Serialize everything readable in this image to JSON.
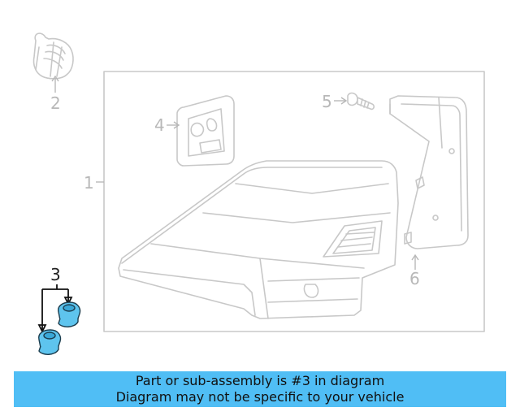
{
  "diagram": {
    "callouts": [
      {
        "id": "1",
        "label": "1",
        "highlighted": false
      },
      {
        "id": "2",
        "label": "2",
        "highlighted": false
      },
      {
        "id": "3",
        "label": "3",
        "highlighted": true
      },
      {
        "id": "4",
        "label": "4",
        "highlighted": false
      },
      {
        "id": "5",
        "label": "5",
        "highlighted": false
      },
      {
        "id": "6",
        "label": "6",
        "highlighted": false
      }
    ],
    "colors": {
      "highlight_part": "#5ec4ee",
      "banner": "#50bef5",
      "inactive_line": "#c8c8c8",
      "active_text": "#222222"
    }
  },
  "banner": {
    "line1": "Part or sub-assembly is #3 in diagram",
    "line2": "Diagram may not be specific to your vehicle"
  }
}
